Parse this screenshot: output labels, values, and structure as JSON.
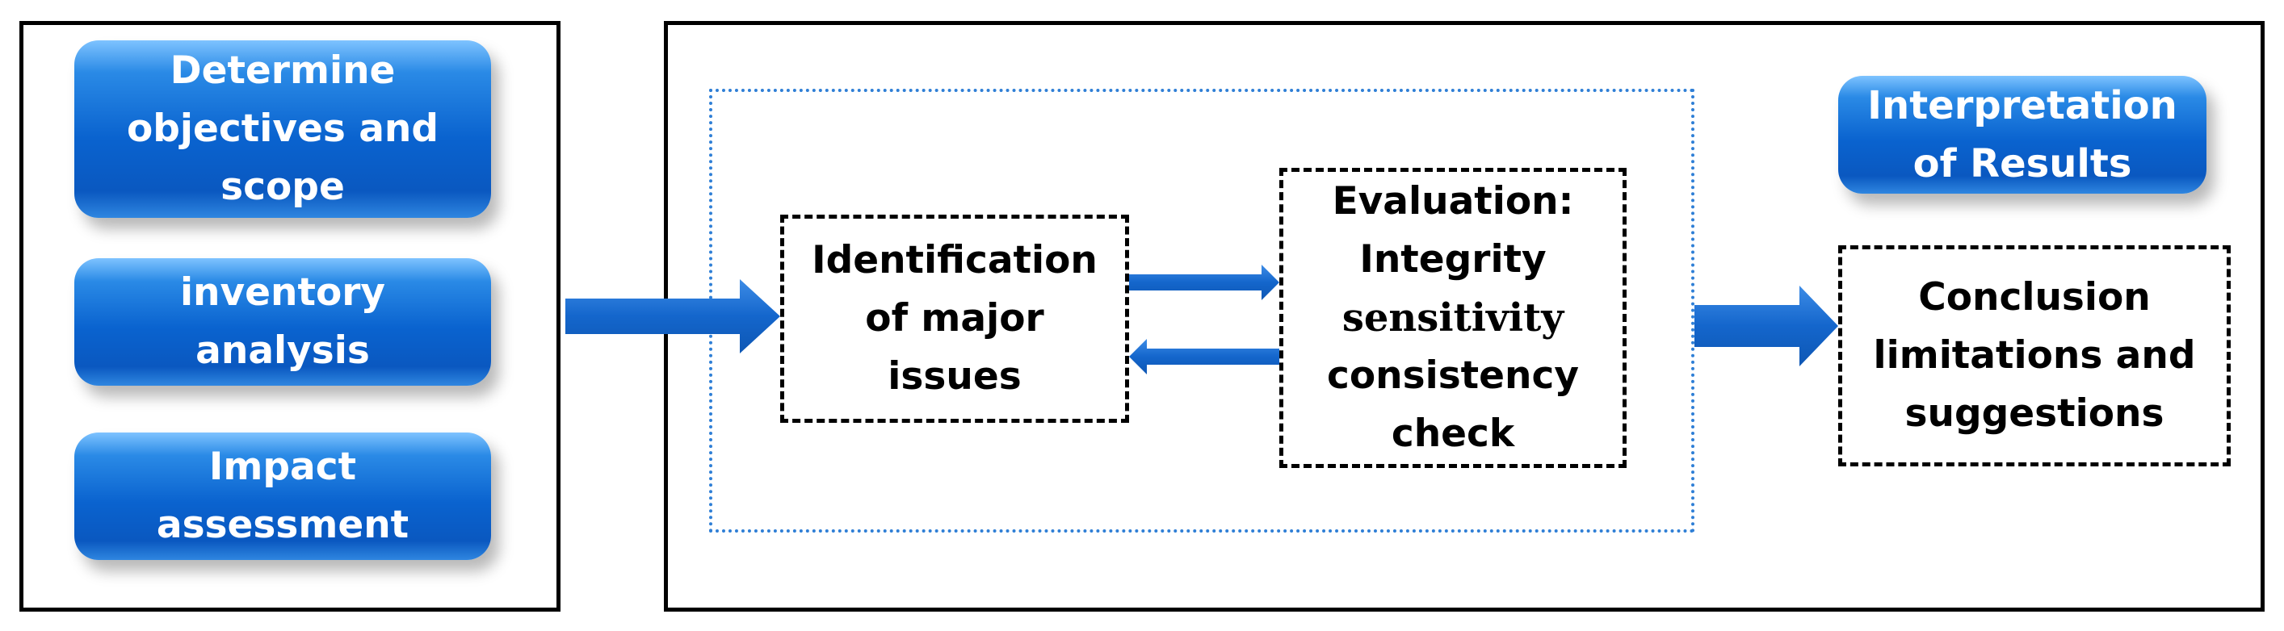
{
  "left_panel": {
    "objectives_label": "Determine\nobjectives and\nscope",
    "inventory_label": "inventory\nanalysis",
    "impact_label": "Impact\nassessment"
  },
  "right_panel": {
    "identification_label": "Identification\nof major\nissues",
    "evaluation": {
      "line1": "Evaluation:",
      "line2": "Integrity",
      "line3": "sensitivity",
      "line4": "consistency",
      "line5": "check"
    },
    "interpretation_label": "Interpretation\nof Results",
    "conclusion_label": "Conclusion\nlimitations and\nsuggestions"
  },
  "colors": {
    "accent_blue": "#0a63cf",
    "arrow_blue": "#1c6fd1",
    "frame_dotted": "#2f7fd6"
  }
}
